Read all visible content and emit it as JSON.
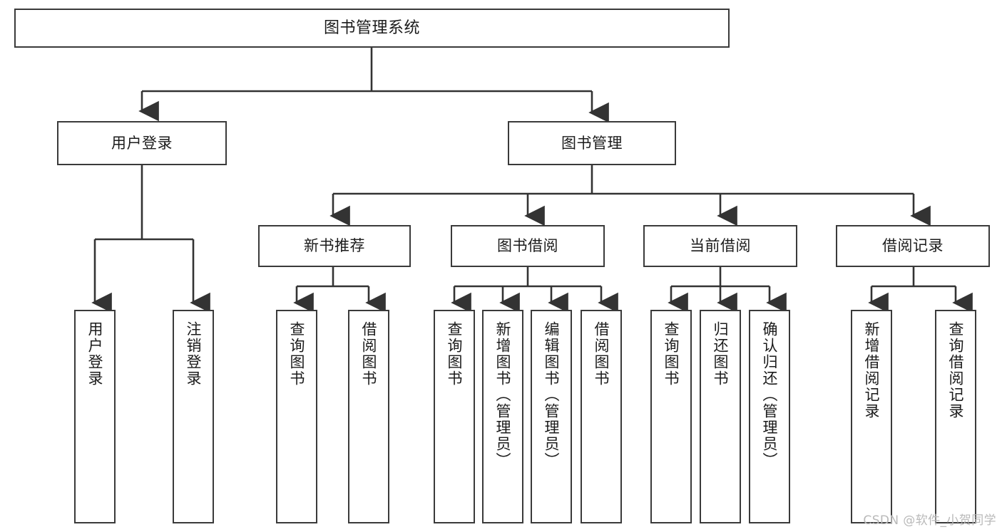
{
  "diagram": {
    "title": "图书管理系统",
    "type": "functional-structure-tree",
    "root": {
      "label": "图书管理系统"
    },
    "level2": [
      {
        "label": "用户登录"
      },
      {
        "label": "图书管理"
      }
    ],
    "level3": [
      {
        "label": "新书推荐"
      },
      {
        "label": "图书借阅"
      },
      {
        "label": "当前借阅"
      },
      {
        "label": "借阅记录"
      }
    ],
    "leaves": {
      "user_login": [
        {
          "label": "用户登录"
        },
        {
          "label": "注销登录"
        }
      ],
      "new_book_recommend": [
        {
          "label": "查询图书"
        },
        {
          "label": "借阅图书"
        }
      ],
      "book_borrow": [
        {
          "label": "查询图书"
        },
        {
          "label": "新增图书（管理员）"
        },
        {
          "label": "编辑图书（管理员）"
        },
        {
          "label": "借阅图书"
        }
      ],
      "current_borrow": [
        {
          "label": "查询图书"
        },
        {
          "label": "归还图书"
        },
        {
          "label": "确认归还（管理员）"
        }
      ],
      "borrow_record": [
        {
          "label": "新增借阅记录"
        },
        {
          "label": "查询借阅记录"
        }
      ]
    }
  },
  "watermark": {
    "text": "CSDN @软件_小贺同学"
  },
  "colors": {
    "box_border": "#3a3a3a",
    "box_fill": "#ffffff",
    "text": "#1b1b1b",
    "connector": "#333333",
    "watermark": "#b9b9b9",
    "background": "#ffffff"
  }
}
